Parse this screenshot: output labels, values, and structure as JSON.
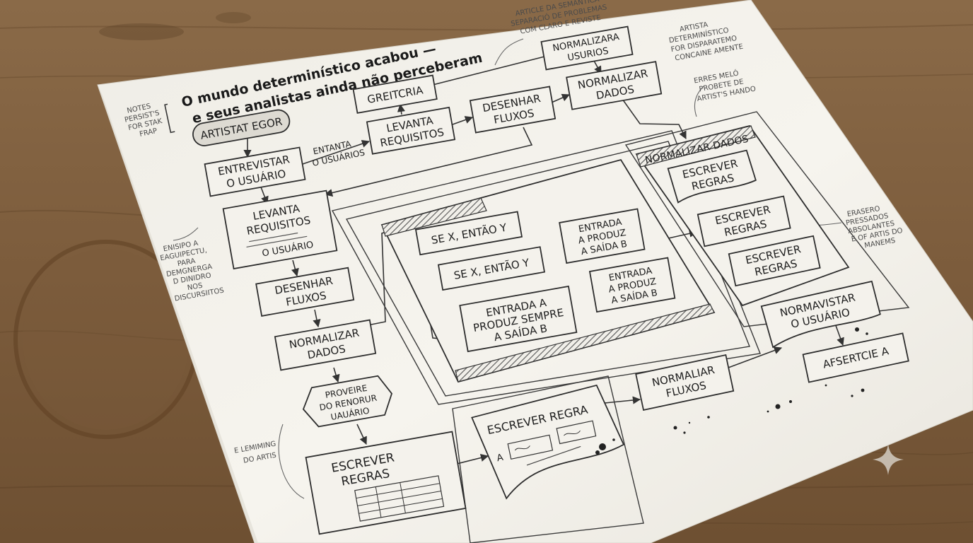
{
  "title": {
    "line1": "O mundo determinístico acabou —",
    "line2": "e seus analistas ainda não perceberam"
  },
  "notes": {
    "top_center": [
      "ARTICLE DA SEMANTICA",
      "SEPARACIÓ DE PROBLEMAS",
      "COM CLARO E REVISTE"
    ],
    "top_right": [
      "ARTISTA",
      "DETERMINÍSTICO",
      "FOR DISPARATEMO",
      "CONCAINE AMENTE"
    ],
    "right_mid": [
      "ERRES MELÓ",
      "PROBETE DE",
      "ARTIST'S HANDO"
    ],
    "right_side": [
      "ERASERO",
      "PRESSADOS",
      "ABSOLANTES",
      "E OF ARTIS DO",
      "MANEMS"
    ],
    "left_top": [
      "NOTES",
      "PERSIST'S",
      "FOR STAK",
      "FRAP"
    ],
    "left_mid": [
      "ENISIPO A",
      "EAGUIPECTU,",
      "PARA",
      "DEMGNERGA",
      "D DINIDRO",
      "NOS",
      "DISCURSIITOS"
    ],
    "left_bottom": [
      "E LEMIMING",
      "DO ARTIS"
    ]
  },
  "boxes": {
    "start": "ARTISTAT EGOR",
    "entrevistar": [
      "ENTREVISTAR",
      "O USUÁRIO"
    ],
    "entanta": [
      "ENTANTA",
      "O USUÁRIOS"
    ],
    "greitcria": "GREITCRIA",
    "levanta_top": [
      "LEVANTA",
      "REQUISITOS"
    ],
    "desenhar_top": [
      "DESENHAR",
      "FLUXOS"
    ],
    "normalizara": [
      "NORMALIZARA",
      "USURIOS"
    ],
    "normalizar_top": [
      "NORMALIZAR",
      "DADOS"
    ],
    "levanta_mid": [
      "LEVANTA",
      "REQUISITOS"
    ],
    "levanta_mid_sub": "O USUÁRIO",
    "desenhar_mid": [
      "DESENHAR",
      "FLUXOS"
    ],
    "normalizar_mid": [
      "NORMALIZAR",
      "DADOS"
    ],
    "proveire": [
      "PROVEIRE",
      "DO RENORUR",
      "UAUÁRIO"
    ],
    "escrever_bottom": [
      "ESCREVER",
      "REGRAS"
    ],
    "se_x_1": "SE X, ENTÃO Y",
    "se_x_2": "SE X, ENTÃO Y",
    "entrada_1": [
      "ENTRADA",
      "A PRODUZ",
      "A SAÍDA B"
    ],
    "entrada_2": [
      "ENTRADA",
      "A PRODUZ",
      "A SAÍDA B"
    ],
    "entrada_3": [
      "ENTRADA A",
      "PRODUZ SEMPRE",
      "A SAÍDA B"
    ],
    "normalizar_dados_frame": "NORMALIZAR DADOS",
    "escrever_r1": [
      "ESCREVER",
      "REGRAS"
    ],
    "escrever_r2": [
      "ESCREVER",
      "REGRAS"
    ],
    "escrever_r3": [
      "ESCREVER",
      "REGRAS"
    ],
    "normavistar": [
      "NORMAVISTAR",
      "O USUÁRIO"
    ],
    "afsertcie": "AFSERTCIE A",
    "normaliar_fluxos": [
      "NORMALIAR",
      "FLUXOS"
    ],
    "escrever_regra": "ESCREVER REGRA",
    "escrever_regra_label": "A"
  }
}
